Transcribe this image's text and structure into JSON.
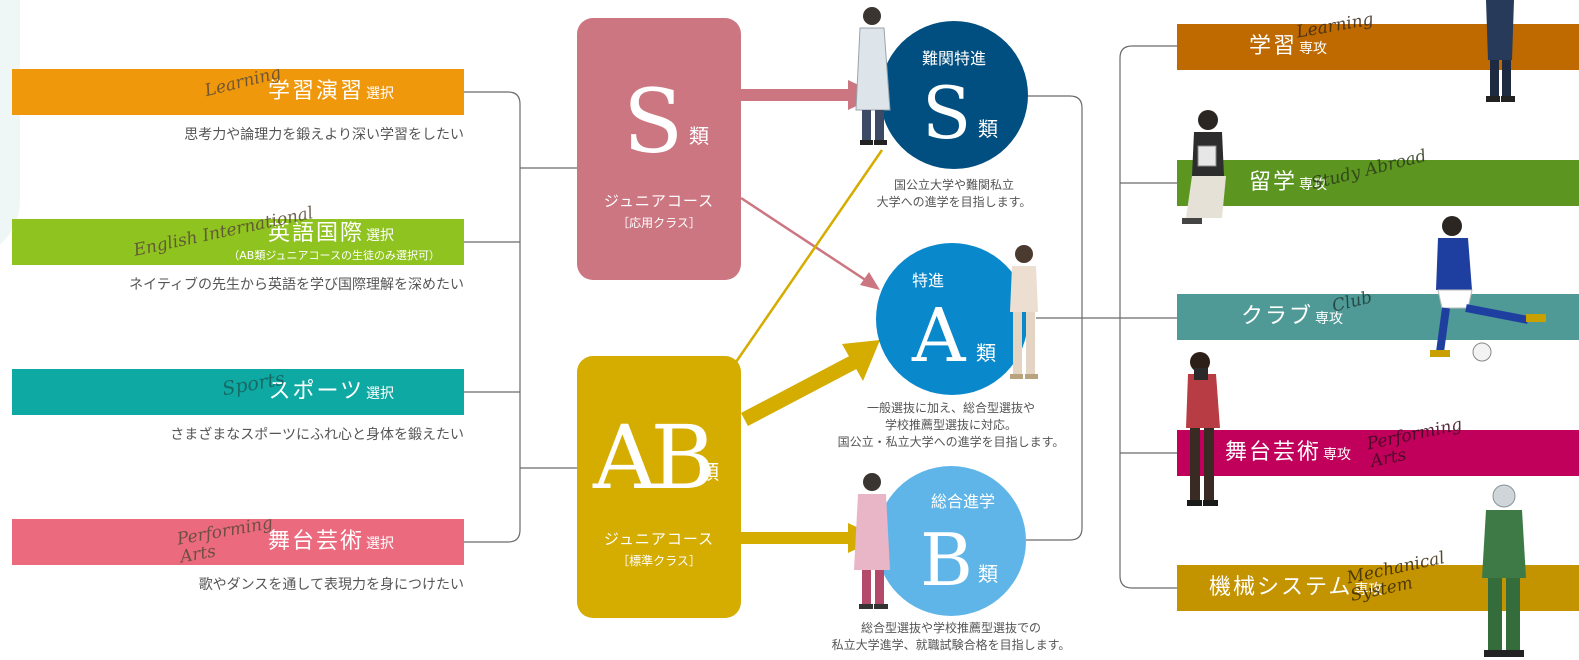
{
  "electives": [
    {
      "name": "学習演習",
      "suffix": "選択",
      "script": "Learning",
      "desc": "思考力や論理力を鍛えより深い学習をしたい",
      "color": "#f0980c"
    },
    {
      "name": "英語国際",
      "suffix": "選択",
      "script": "English International",
      "note": "（AB類ジュニアコースの生徒のみ選択可）",
      "desc": "ネイティブの先生から英語を学び国際理解を深めたい",
      "color": "#8fc31f"
    },
    {
      "name": "スポーツ",
      "suffix": "選択",
      "script": "Sports",
      "desc": "さまざまなスポーツにふれ心と身体を鍛えたい",
      "color": "#0fa9a3"
    },
    {
      "name": "舞台芸術",
      "suffix": "選択",
      "script": "Performing Arts",
      "desc": "歌やダンスを通して表現力を身につけたい",
      "color": "#eb6a7e"
    }
  ],
  "junior": {
    "s": {
      "letter": "S",
      "rui": "類",
      "course": "ジュニアコース",
      "class": "［応用クラス］",
      "color": "#cc7682"
    },
    "ab": {
      "letter": "AB",
      "rui": "類",
      "course": "ジュニアコース",
      "class": "［標準クラス］",
      "color": "#d5ac00"
    }
  },
  "senior": [
    {
      "top": "難関特進",
      "letter": "S",
      "rui": "類",
      "desc": [
        "国公立大学や難関私立",
        "大学への進学を目指します。"
      ],
      "color": "#004f80"
    },
    {
      "top": "特進",
      "letter": "A",
      "rui": "類",
      "desc": [
        "一般選抜に加え、総合型選抜や",
        "学校推薦型選抜に対応。",
        "国公立・私立大学への進学を目指します。"
      ],
      "color": "#0a88cc"
    },
    {
      "top": "総合進学",
      "letter": "B",
      "rui": "類",
      "desc": [
        "総合型選抜や学校推薦型選抜での",
        "私立大学進学、就職試験合格を目指します。"
      ],
      "color": "#60b5e8"
    }
  ],
  "majors": [
    {
      "name": "学習",
      "suffix": "専攻",
      "script": "Learning",
      "color": "#be6a00"
    },
    {
      "name": "留学",
      "suffix": "専攻",
      "script": "Study Abroad",
      "color": "#5c9620"
    },
    {
      "name": "クラブ",
      "suffix": "専攻",
      "script": "Club",
      "color": "#4f9a96"
    },
    {
      "name": "舞台芸術",
      "suffix": "専攻",
      "script": "Performing Arts",
      "color": "#c0005a"
    },
    {
      "name": "機械システム",
      "suffix": "専攻",
      "script": "Mechanical System",
      "color": "#c39300"
    }
  ],
  "colors": {
    "line": "#6a6a6a"
  }
}
